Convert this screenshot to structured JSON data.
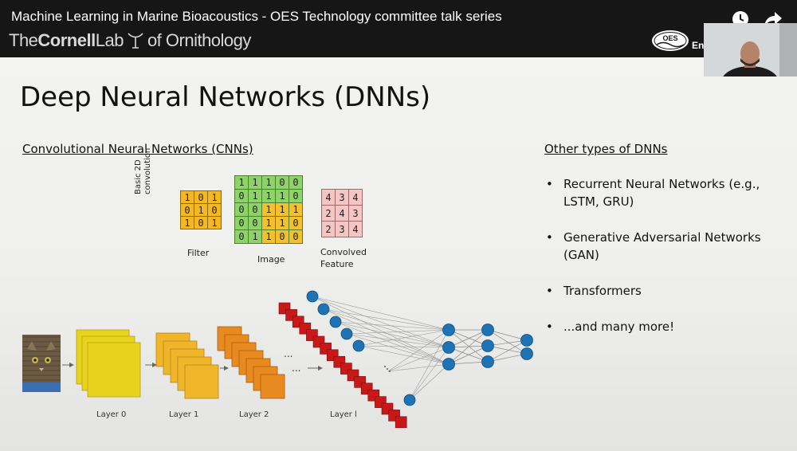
{
  "video": {
    "title": "Machine Learning in Marine Bioacoustics - OES Technology committee talk series",
    "logo_prefix": "The",
    "logo_bold": "Cornell",
    "logo_mid": "Lab",
    "logo_suffix": "of Ornithology",
    "oes_badge": "OES",
    "oes_suffix": "En",
    "icons": [
      "clock-icon",
      "share-icon"
    ]
  },
  "slide": {
    "title": "Deep Neural Networks (DNNs)",
    "cnn_heading": "Convolutional Neural Networks (CNNs)",
    "other_heading": "Other types of DNNs",
    "other_items": [
      "Recurrent Neural Networks (e.g., LSTM, GRU)",
      "Generative Adversarial Networks (GAN)",
      "Transformers",
      "...and many more!"
    ],
    "conv": {
      "side_label": "Basic 2D convolution",
      "filter_caption": "Filter",
      "image_caption": "Image",
      "feature_caption": "Convolved Feature",
      "filter": [
        [
          "1",
          "0",
          "1"
        ],
        [
          "0",
          "1",
          "0"
        ],
        [
          "1",
          "0",
          "1"
        ]
      ],
      "image": [
        [
          "1",
          "1",
          "1",
          "0",
          "0"
        ],
        [
          "0",
          "1",
          "1",
          "1",
          "0"
        ],
        [
          "0",
          "0",
          "1",
          "1",
          "1"
        ],
        [
          "0",
          "0",
          "1",
          "1",
          "0"
        ],
        [
          "0",
          "1",
          "1",
          "0",
          "0"
        ]
      ],
      "feature": [
        [
          "4",
          "3",
          "4"
        ],
        [
          "2",
          "4",
          "3"
        ],
        [
          "2",
          "3",
          "4"
        ]
      ]
    },
    "network": {
      "layer0": "Layer 0",
      "layer1": "Layer 1",
      "layer2": "Layer 2",
      "layer_l": "Layer l",
      "dots1": "...",
      "dots2": "...",
      "colors": {
        "layer0": "#e8d21e",
        "layer1": "#f0b62a",
        "layer2": "#e88a1f",
        "layer_l": "#c81818",
        "node": "#1d73b3"
      }
    }
  }
}
